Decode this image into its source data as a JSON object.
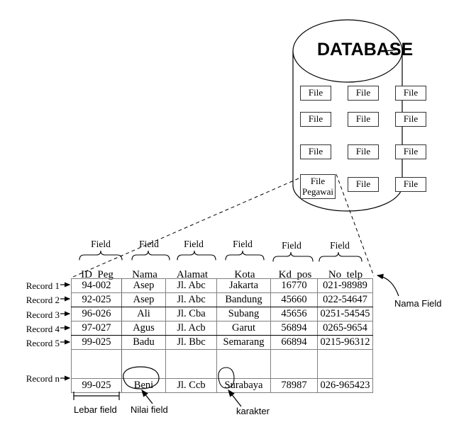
{
  "diagram": {
    "title": "DATABASE"
  },
  "database": {
    "label": "DATABASE",
    "files": [
      {
        "line1": "File",
        "line2": ""
      },
      {
        "line1": "File",
        "line2": ""
      },
      {
        "line1": "File",
        "line2": ""
      },
      {
        "line1": "File",
        "line2": ""
      },
      {
        "line1": "File",
        "line2": ""
      },
      {
        "line1": "File",
        "line2": ""
      },
      {
        "line1": "File",
        "line2": ""
      },
      {
        "line1": "File",
        "line2": ""
      },
      {
        "line1": "File",
        "line2": ""
      },
      {
        "line1": "File",
        "line2": "Pegawai"
      },
      {
        "line1": "File",
        "line2": ""
      },
      {
        "line1": "File",
        "line2": ""
      }
    ]
  },
  "table": {
    "field_label": "Field",
    "field_labels": [
      "Field",
      "Field",
      "Field",
      "Field",
      "Field",
      "Field"
    ],
    "columns": [
      "ID_Peg",
      "Nama",
      "Alamat",
      "Kota",
      "Kd_pos",
      "No_telp"
    ],
    "rows": [
      {
        "label": "Record 1",
        "cells": [
          "94-002",
          "Asep",
          "Jl. Abc",
          "Jakarta",
          "16770",
          "021-98989"
        ]
      },
      {
        "label": "Record 2",
        "cells": [
          "92-025",
          "Asep",
          "Jl. Abc",
          "Bandung",
          "45660",
          "022-54647"
        ]
      },
      {
        "label": "Record 3",
        "cells": [
          "96-026",
          "Ali",
          "Jl. Cba",
          "Subang",
          "45656",
          "0251-54545"
        ]
      },
      {
        "label": "Record 4",
        "cells": [
          "97-027",
          "Agus",
          "Jl. Acb",
          "Garut",
          "56894",
          "0265-9654"
        ]
      },
      {
        "label": "Record 5",
        "cells": [
          "99-025",
          "Badu",
          "Jl. Bbc",
          "Semarang",
          "66894",
          "0215-96312"
        ]
      },
      {
        "label": "",
        "cells": [
          "",
          "",
          "",
          "",
          "",
          ""
        ]
      },
      {
        "label": "Record n",
        "cells": [
          "99-025",
          "Beni",
          "Jl. Ccb",
          "Surabaya",
          "78987",
          "026-965423"
        ]
      }
    ]
  },
  "annotations": {
    "nama_field": "Nama Field",
    "lebar_field": "Lebar field",
    "nilai_field": "Nilai field",
    "karakter": "karakter"
  }
}
